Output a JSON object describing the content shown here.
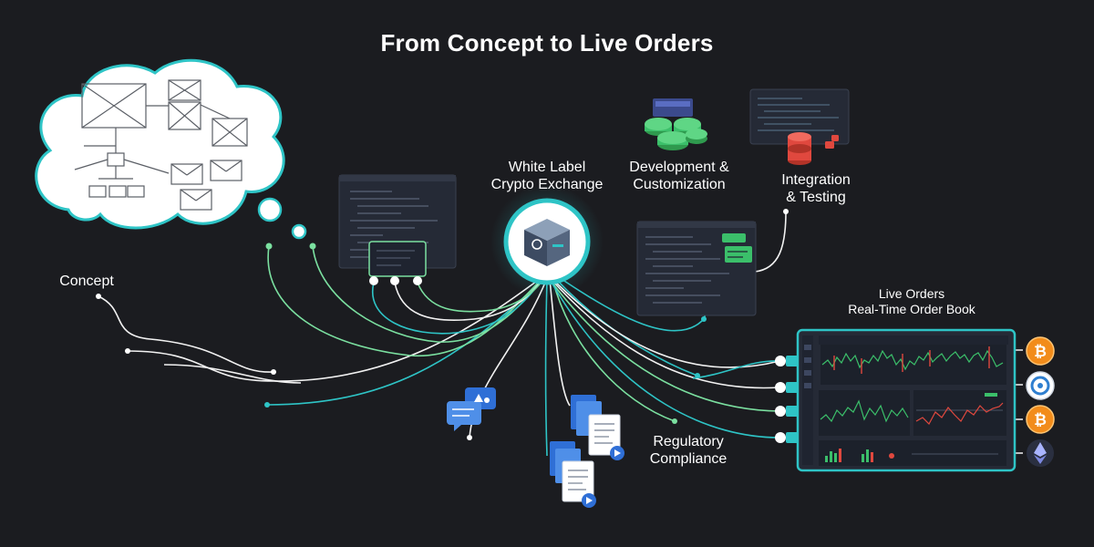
{
  "title": "From Concept to Live Orders",
  "stages": {
    "concept": "Concept",
    "white_label": [
      "White Label",
      "Crypto Exchange"
    ],
    "development": [
      "Development &",
      "Customization"
    ],
    "integration": [
      "Integration",
      "& Testing"
    ],
    "regulatory": [
      "Regulatory",
      "Compliance"
    ],
    "live_orders": [
      "Live Orders",
      "Real-Time Order Book"
    ]
  },
  "coins": [
    "bitcoin-icon",
    "circle-coin-icon",
    "bitcoin-icon",
    "ethereum-icon"
  ],
  "colors": {
    "background": "#1b1c20",
    "accent_teal": "#2ec4c6",
    "accent_green": "#7be0a0",
    "hub_border": "#2ec4c6",
    "panel": "#252a36",
    "chart_up": "#3bbf6a",
    "chart_down": "#e0483e",
    "coin_orange": "#f28c1b",
    "doc_blue": "#2f6fd6"
  }
}
